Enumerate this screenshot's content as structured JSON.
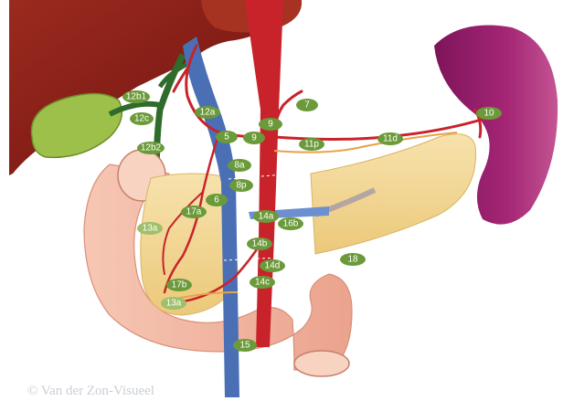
{
  "nodes": [
    {
      "id": "12b1",
      "label": "12b1",
      "group": "hepatoduodenal"
    },
    {
      "id": "12c",
      "label": "12c",
      "group": "hepatoduodenal"
    },
    {
      "id": "12b2",
      "label": "12b2",
      "group": "hepatoduodenal"
    },
    {
      "id": "12a",
      "label": "12a",
      "group": "hepatoduodenal"
    },
    {
      "id": "5",
      "label": "5",
      "group": "gastric"
    },
    {
      "id": "9a",
      "label": "9",
      "group": "celiac"
    },
    {
      "id": "9b",
      "label": "9",
      "group": "celiac"
    },
    {
      "id": "7",
      "label": "7",
      "group": "gastric"
    },
    {
      "id": "11p",
      "label": "11p",
      "group": "splenic"
    },
    {
      "id": "11d",
      "label": "11d",
      "group": "splenic"
    },
    {
      "id": "10",
      "label": "10",
      "group": "splenic"
    },
    {
      "id": "8a",
      "label": "8a",
      "group": "hepatic"
    },
    {
      "id": "8p",
      "label": "8p",
      "group": "hepatic"
    },
    {
      "id": "6",
      "label": "6",
      "group": "gastric"
    },
    {
      "id": "17a",
      "label": "17a",
      "group": "pancreatic"
    },
    {
      "id": "13a-top",
      "label": "13a",
      "group": "pancreatic"
    },
    {
      "id": "14a",
      "label": "14a",
      "group": "mesenteric"
    },
    {
      "id": "16b",
      "label": "16b",
      "group": "para-aortic"
    },
    {
      "id": "14b",
      "label": "14b",
      "group": "mesenteric"
    },
    {
      "id": "14d",
      "label": "14d",
      "group": "mesenteric"
    },
    {
      "id": "14c",
      "label": "14c",
      "group": "mesenteric"
    },
    {
      "id": "18",
      "label": "18",
      "group": "pancreatic"
    },
    {
      "id": "17b",
      "label": "17b",
      "group": "pancreatic"
    },
    {
      "id": "13a-bottom",
      "label": "13a",
      "group": "pancreatic"
    },
    {
      "id": "15",
      "label": "15",
      "group": "colic"
    }
  ],
  "copyright": "© Van der Zon-Visueel",
  "colors": {
    "node_fill": "#6b9a3a",
    "node_fill_light": "#9fbf6a",
    "artery": "#c8232a",
    "vein": "#4a6fb5",
    "liver": "#8e1d17",
    "gallbladder": "#9cc04a",
    "bile_duct": "#2f6b2a",
    "pancreas": "#f3d99a",
    "duodenum": "#f2b5a0",
    "spleen": "#9b1f6b",
    "copyright": "#c9cfd6"
  }
}
